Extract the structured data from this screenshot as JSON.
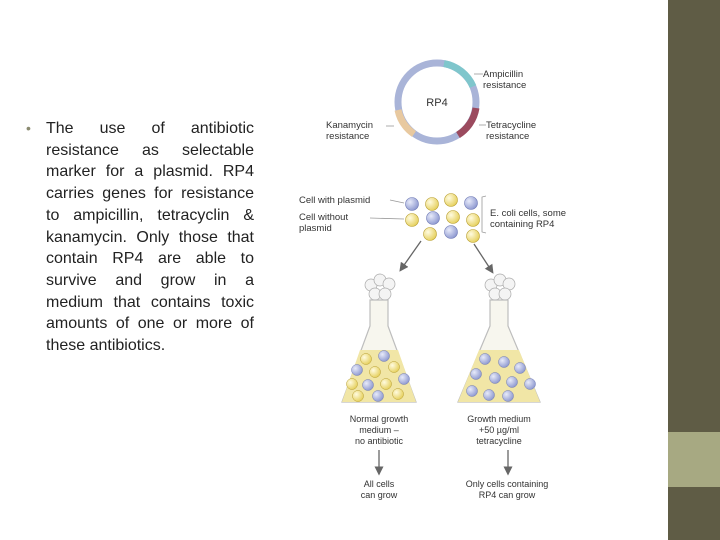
{
  "bullet_text": "The use of antibiotic resistance as selectable marker for a plasmid. RP4 carries genes for resistance to ampicillin, tetracyclin & kanamycin. Only those that contain RP4 are able to survive and grow in a medium that contains toxic amounts of one or more of these antibiotics.",
  "diagram": {
    "plasmid_name": "RP4",
    "ampicillin_label": [
      "Ampicillin",
      "resistance"
    ],
    "tetracycline_label": [
      "Tetracycline",
      "resistance"
    ],
    "kanamycin_label": [
      "Kanamycin",
      "resistance"
    ],
    "cell_with_plasmid": "Cell with plasmid",
    "cell_without_plasmid": [
      "Cell without",
      "plasmid"
    ],
    "ecoli_label": [
      "E. coli cells, some",
      "containing RP4"
    ],
    "left_flask_label": [
      "Normal growth",
      "medium –",
      "no antibiotic"
    ],
    "right_flask_label": [
      "Growth medium",
      "+50 µg/ml",
      "tetracycline"
    ],
    "left_result": [
      "All cells",
      "can grow"
    ],
    "right_result": [
      "Only cells containing",
      "RP4 can grow"
    ]
  },
  "colors": {
    "ampicillin": "#7fc6cc",
    "tetracycline": "#9b4a5e",
    "kanamycin": "#e8c9a0",
    "plasmid_ring": "#a9b4d8",
    "medium": "#f1e6a6",
    "cell_blue": "#a4aede",
    "cell_yellow": "#f2e487"
  }
}
